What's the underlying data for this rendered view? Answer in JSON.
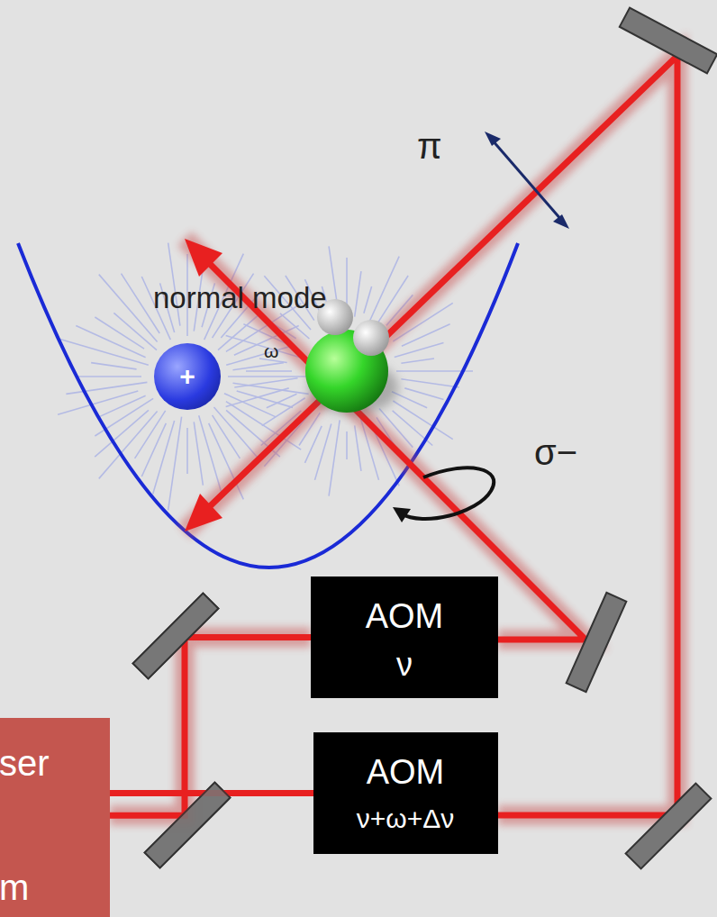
{
  "diagram": {
    "nodes": [
      {
        "text": [
          "+"
        ]
      },
      {
        "text": [
          "AOM",
          "ν"
        ]
      },
      {
        "text": [
          "AOM",
          "ν+ω+Δν"
        ]
      },
      {
        "text": [
          "ser",
          "m"
        ]
      }
    ],
    "edges": [
      {
        "from": 3,
        "to": 1,
        "arrow": "none"
      },
      {
        "from": 3,
        "to": 2,
        "arrow": "none"
      }
    ],
    "labels": [
      "normal mode",
      "ω",
      "π",
      "σ−"
    ]
  }
}
